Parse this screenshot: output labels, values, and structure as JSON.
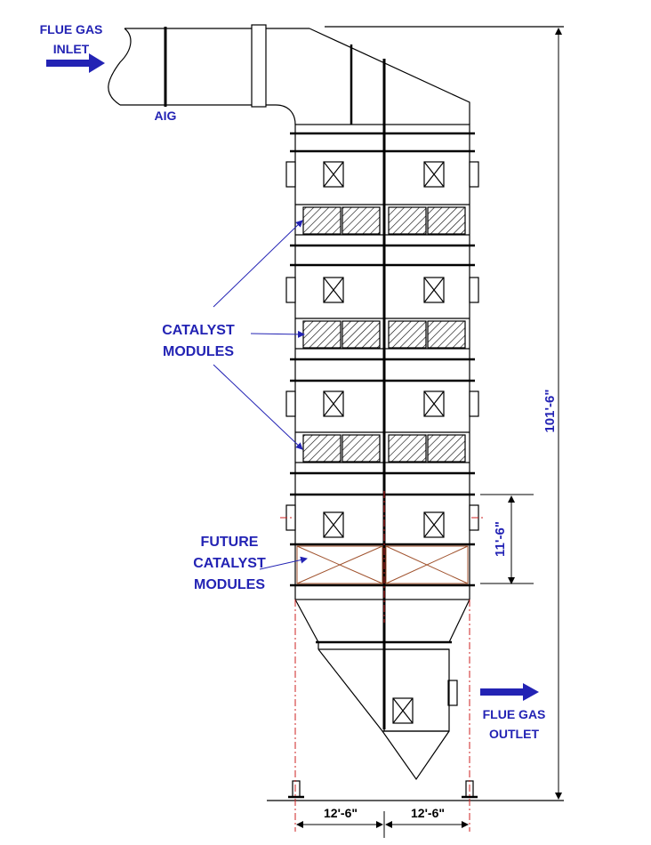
{
  "labels": {
    "flue_gas_inlet": [
      "FLUE GAS",
      "INLET"
    ],
    "aig": "AIG",
    "catalyst_modules": [
      "CATALYST",
      "MODULES"
    ],
    "future_catalyst_modules": [
      "FUTURE",
      "CATALYST",
      "MODULES"
    ],
    "flue_gas_outlet": [
      "FLUE GAS",
      "OUTLET"
    ]
  },
  "dimensions": {
    "overall_height": "101'-6\"",
    "module_height": "11'-6\"",
    "left_width": "12'-6\"",
    "right_width": "12'-6\""
  },
  "colors": {
    "label": "#2323b4",
    "line": "#000000",
    "future_module": "#a0522d",
    "centerline": "#cc2222"
  }
}
